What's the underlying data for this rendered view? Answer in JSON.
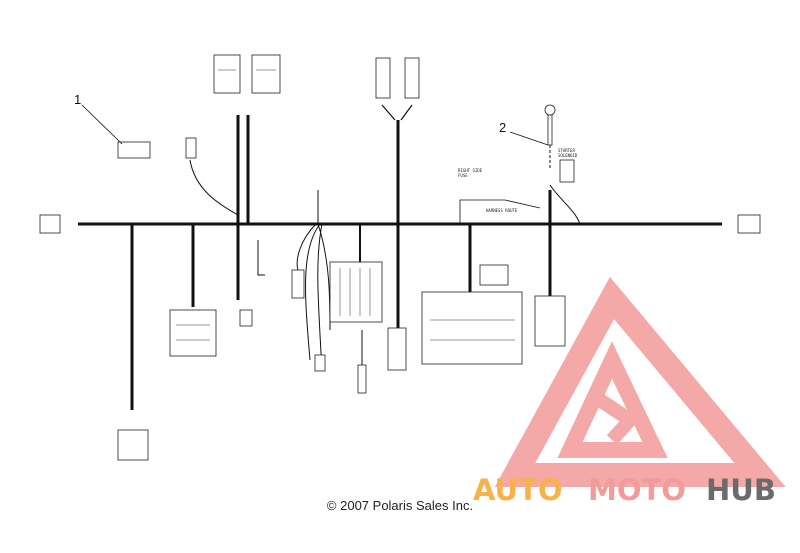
{
  "callouts": {
    "one": "1",
    "two": "2"
  },
  "copyright": "© 2007 Polaris Sales Inc.",
  "labels": {
    "starter_solenoid": "STARTER SOLENOID",
    "fuse_note": "RIGHT SIDE FUSE",
    "harness_note": "HARNESS ROUTE"
  },
  "watermark": {
    "part1": "AUTO",
    "part2": "MOTO",
    "part3": "HUB"
  },
  "colors": {
    "wire": "#111111",
    "watermark_red": "#e83b3b",
    "watermark_light": "#f6a7a7",
    "watermark_orange": "#f7b24a",
    "watermark_gray": "#6b6b6b"
  }
}
